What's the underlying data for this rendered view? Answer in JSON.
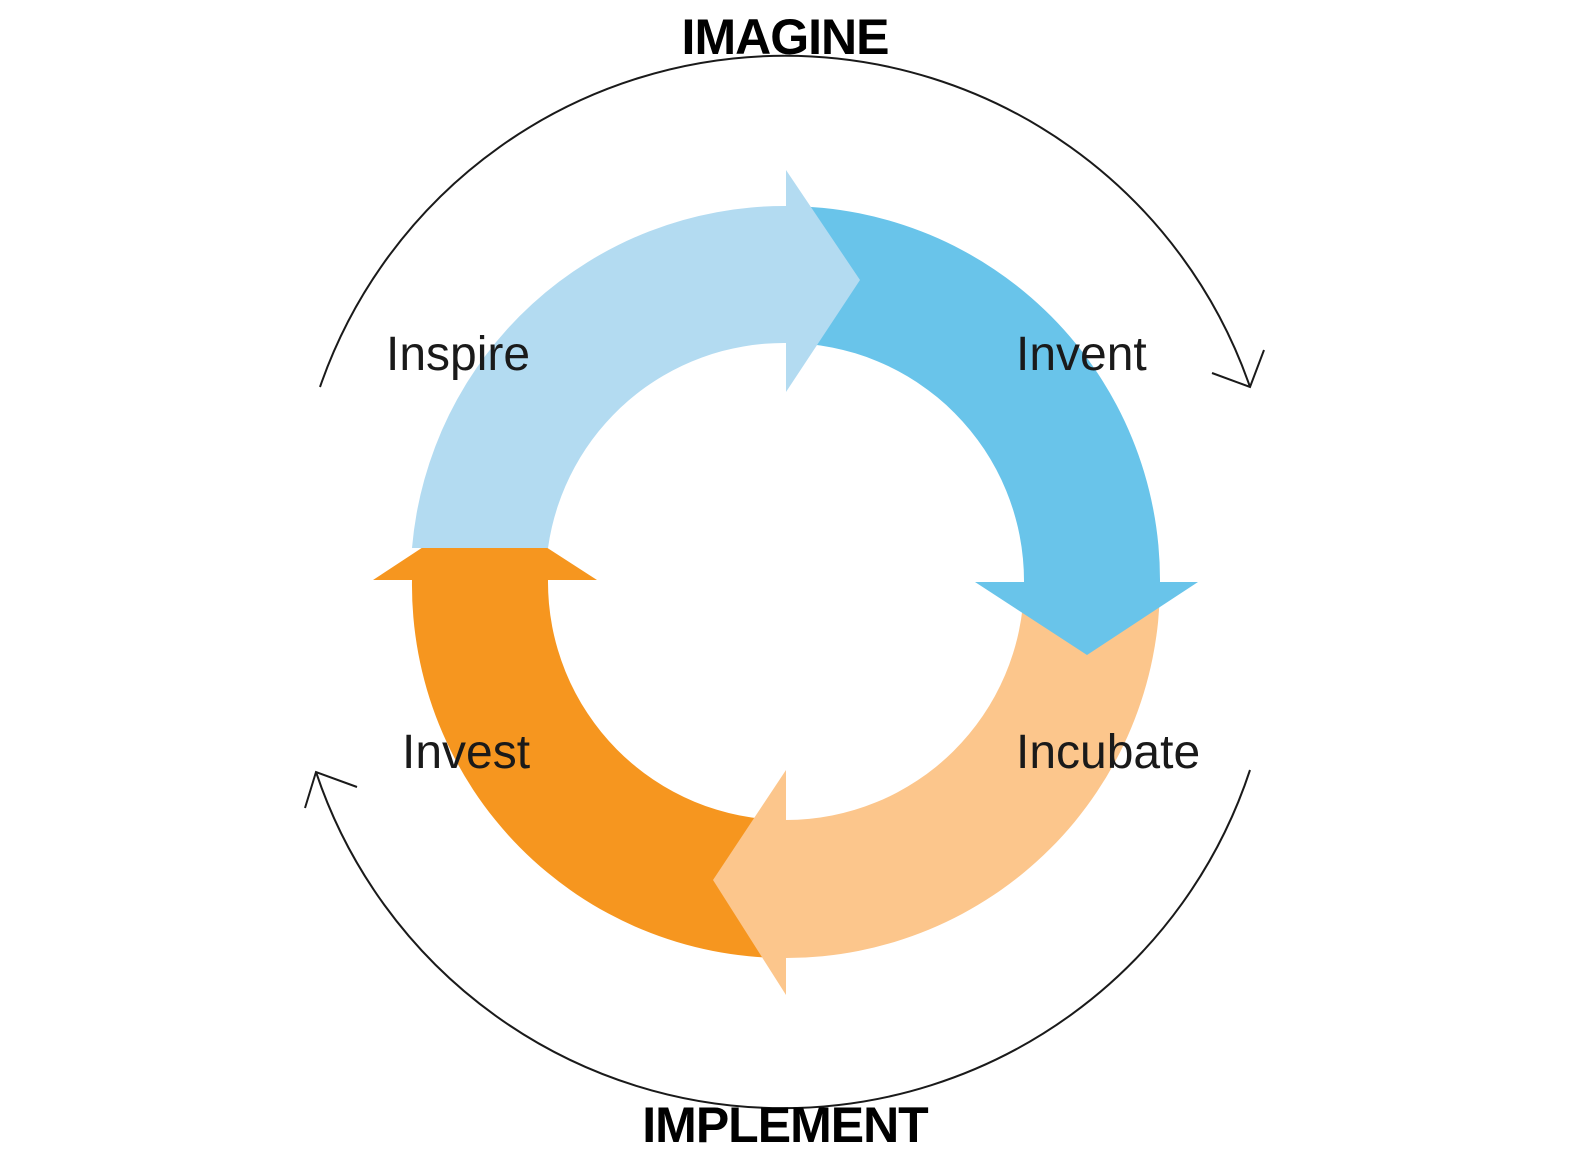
{
  "groups": {
    "top": "IMAGINE",
    "bottom": "IMPLEMENT"
  },
  "phases": [
    {
      "label": "Inspire",
      "color": "#b3dbf1"
    },
    {
      "label": "Invent",
      "color": "#69c4ea"
    },
    {
      "label": "Incubate",
      "color": "#fcc68c"
    },
    {
      "label": "Invest",
      "color": "#f6961f"
    }
  ],
  "arc_color": "#1a1a1a"
}
